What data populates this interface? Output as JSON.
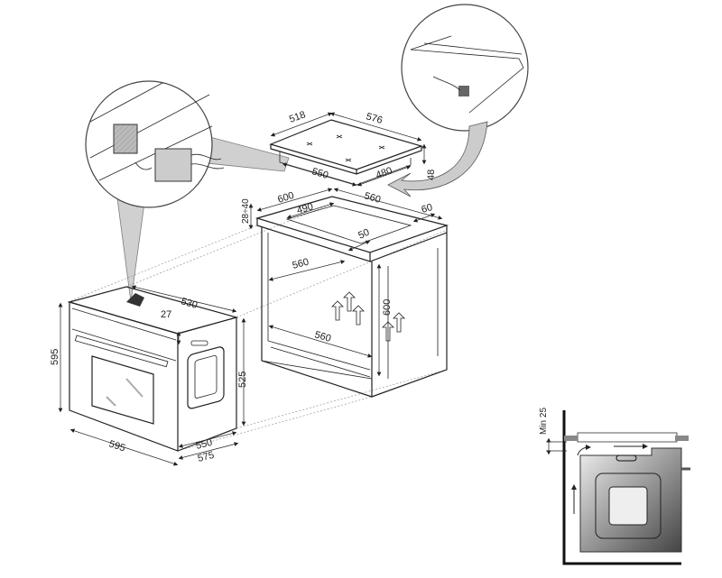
{
  "hob": {
    "depth": "518",
    "width": "576",
    "cutout_width": "550",
    "cutout_depth": "480",
    "height": "48"
  },
  "cabinet": {
    "worktop_depth": "600",
    "cutout_length": "560",
    "cutout_depth": "490",
    "worktop_thickness": "28÷40",
    "front_margin": "50",
    "back_margin": "60",
    "inner_width": "560",
    "inner_height": "600",
    "inner_bottom_width": "560"
  },
  "oven": {
    "depth": "530",
    "top_offset": "27",
    "front_height": "595",
    "body_height": "525",
    "front_width": "595",
    "body_depth": "550",
    "total_depth": "575"
  },
  "side_view": {
    "min_gap": "Min 25"
  },
  "colors": {
    "line": "#222222",
    "callout": "#c8c8c8",
    "oven_dark": "#555555"
  }
}
